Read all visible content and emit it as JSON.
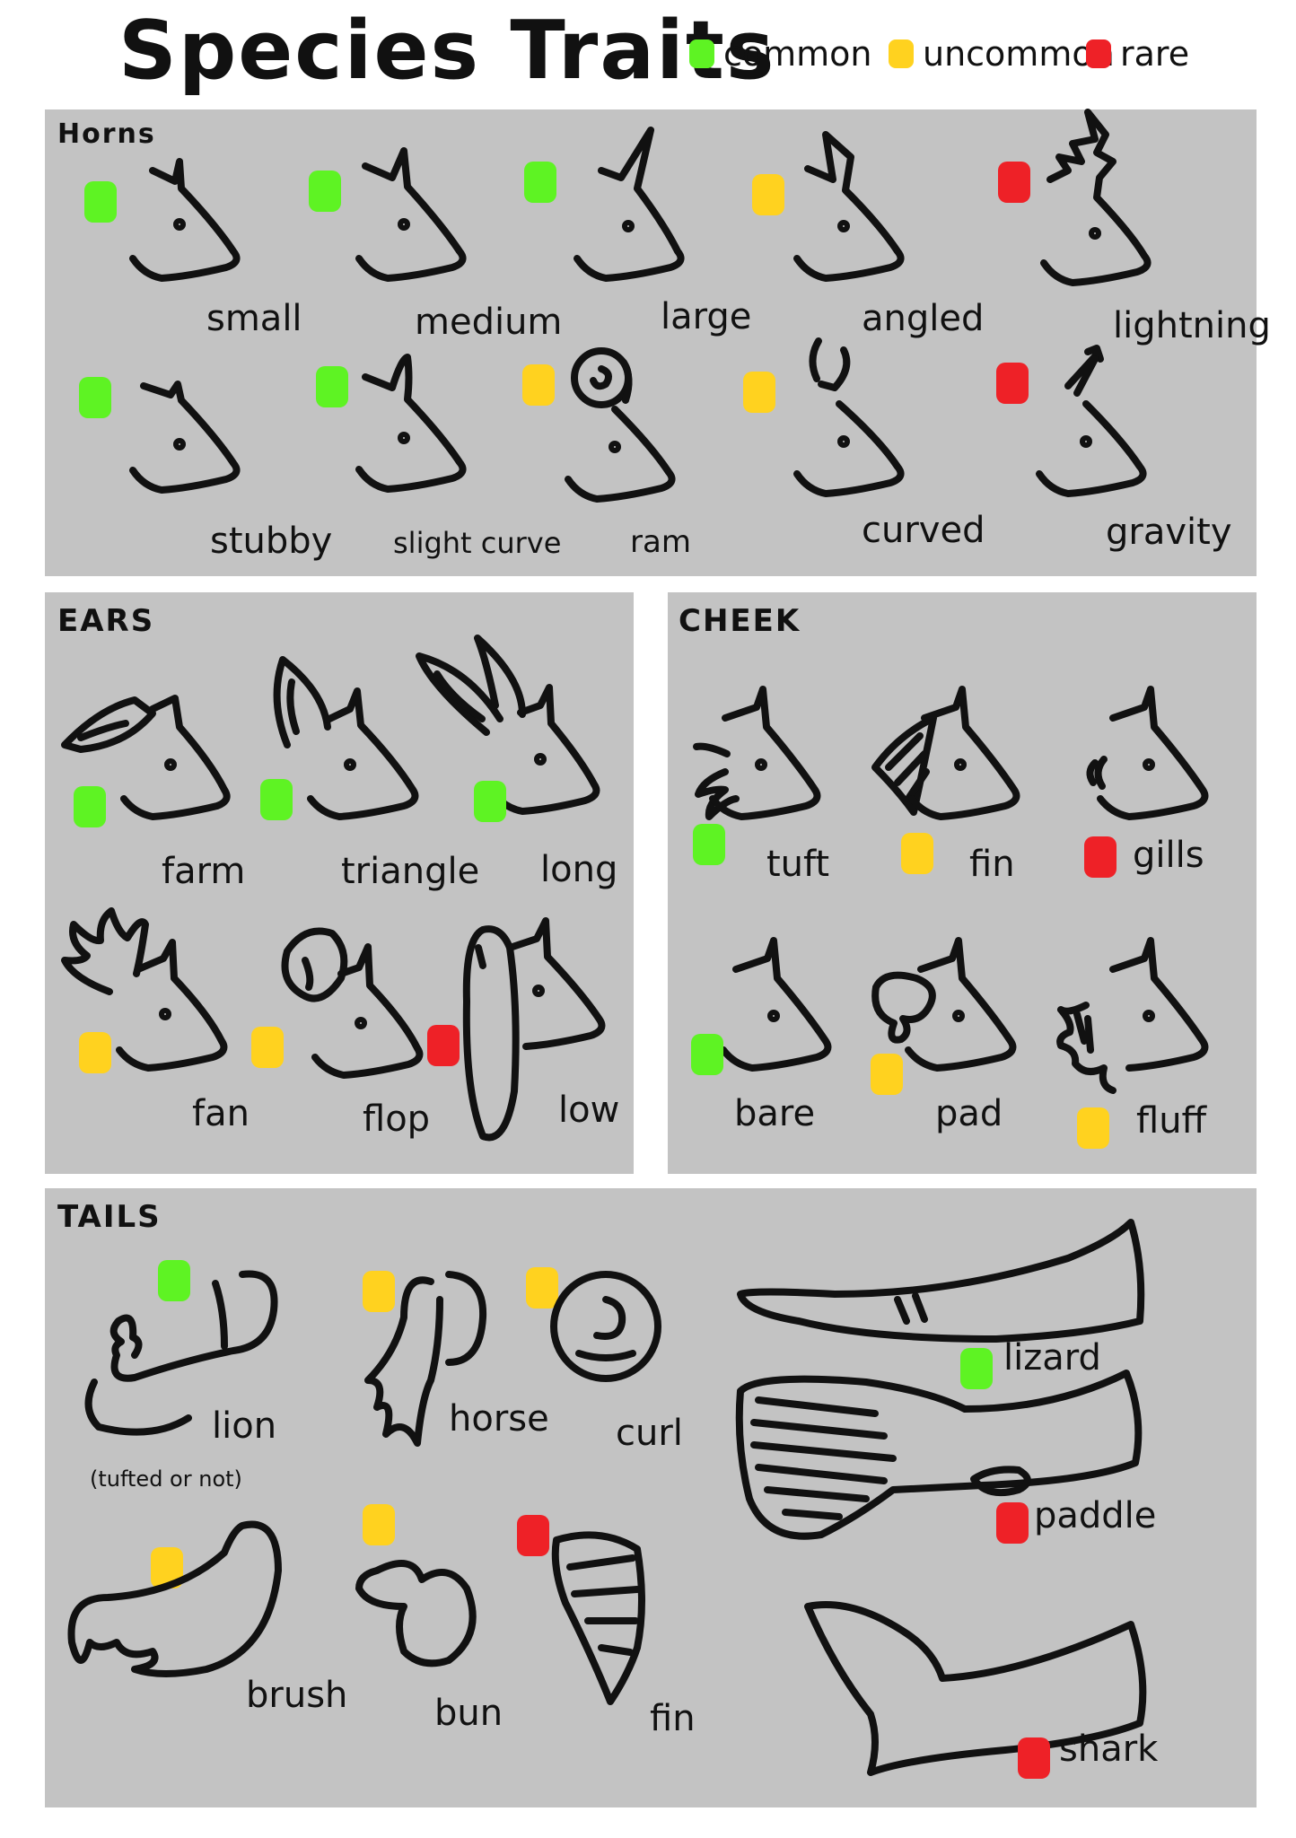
{
  "title": "Species Traits",
  "colors": {
    "common": "#5ef323",
    "uncommon": "#ffd21f",
    "rare": "#ee2127",
    "panel": "#c3c3c3"
  },
  "legend": [
    {
      "label": "common",
      "rarity": "common"
    },
    {
      "label": "uncommon",
      "rarity": "uncommon"
    },
    {
      "label": "rare",
      "rarity": "rare"
    }
  ],
  "sections": {
    "horns": {
      "title": "Horns",
      "traits": [
        {
          "label": "small",
          "rarity": "common"
        },
        {
          "label": "medium",
          "rarity": "common"
        },
        {
          "label": "large",
          "rarity": "common"
        },
        {
          "label": "angled",
          "rarity": "uncommon"
        },
        {
          "label": "lightning",
          "rarity": "rare"
        },
        {
          "label": "stubby",
          "rarity": "common"
        },
        {
          "label": "slight curve",
          "rarity": "common"
        },
        {
          "label": "ram",
          "rarity": "uncommon"
        },
        {
          "label": "curved",
          "rarity": "uncommon"
        },
        {
          "label": "gravity",
          "rarity": "rare"
        }
      ]
    },
    "ears": {
      "title": "EARS",
      "traits": [
        {
          "label": "farm",
          "rarity": "common"
        },
        {
          "label": "triangle",
          "rarity": "common"
        },
        {
          "label": "long",
          "rarity": "common"
        },
        {
          "label": "fan",
          "rarity": "uncommon"
        },
        {
          "label": "flop",
          "rarity": "uncommon"
        },
        {
          "label": "low",
          "rarity": "rare"
        }
      ]
    },
    "cheek": {
      "title": "CHEEK",
      "traits": [
        {
          "label": "tuft",
          "rarity": "common"
        },
        {
          "label": "fin",
          "rarity": "uncommon"
        },
        {
          "label": "gills",
          "rarity": "rare"
        },
        {
          "label": "bare",
          "rarity": "common"
        },
        {
          "label": "pad",
          "rarity": "uncommon"
        },
        {
          "label": "fluff",
          "rarity": "uncommon"
        }
      ]
    },
    "tails": {
      "title": "TAILS",
      "traits": [
        {
          "label": "lion",
          "note": "(tufted or not)",
          "rarity": "common"
        },
        {
          "label": "horse",
          "rarity": "uncommon"
        },
        {
          "label": "curl",
          "rarity": "uncommon"
        },
        {
          "label": "lizard",
          "rarity": "common"
        },
        {
          "label": "paddle",
          "rarity": "rare"
        },
        {
          "label": "brush",
          "rarity": "uncommon"
        },
        {
          "label": "bun",
          "rarity": "uncommon"
        },
        {
          "label": "fin",
          "rarity": "rare"
        },
        {
          "label": "shark",
          "rarity": "rare"
        }
      ]
    }
  }
}
